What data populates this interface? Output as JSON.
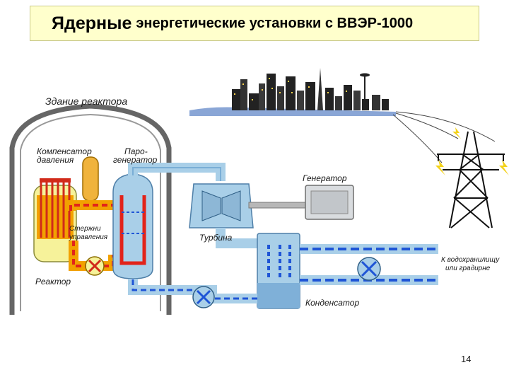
{
  "title": {
    "main": "Ядерные",
    "rest": "энергетические установки с ВВЭР-1000"
  },
  "labels": {
    "reactor_building": "Здание реактора",
    "pressurizer_line1": "Компенсатор",
    "pressurizer_line2": "давления",
    "steam_gen_line1": "Паро-",
    "steam_gen_line2": "генератор",
    "control_rods_line1": "Стержни",
    "control_rods_line2": "управления",
    "reactor": "Реактор",
    "generator": "Генератор",
    "turbine": "Турбина",
    "condenser": "Конденсатор",
    "to_reservoir_line1": "К водохранилищу",
    "to_reservoir_line2": "или градирне"
  },
  "page_number": "14",
  "colors": {
    "title_background": "#ffffcc",
    "primary_circuit": "#e8a400",
    "hot_flow": "#e2231a",
    "water": "#a9cfe8",
    "cold_flow": "#1f55d6",
    "building_outline": "#555555"
  }
}
